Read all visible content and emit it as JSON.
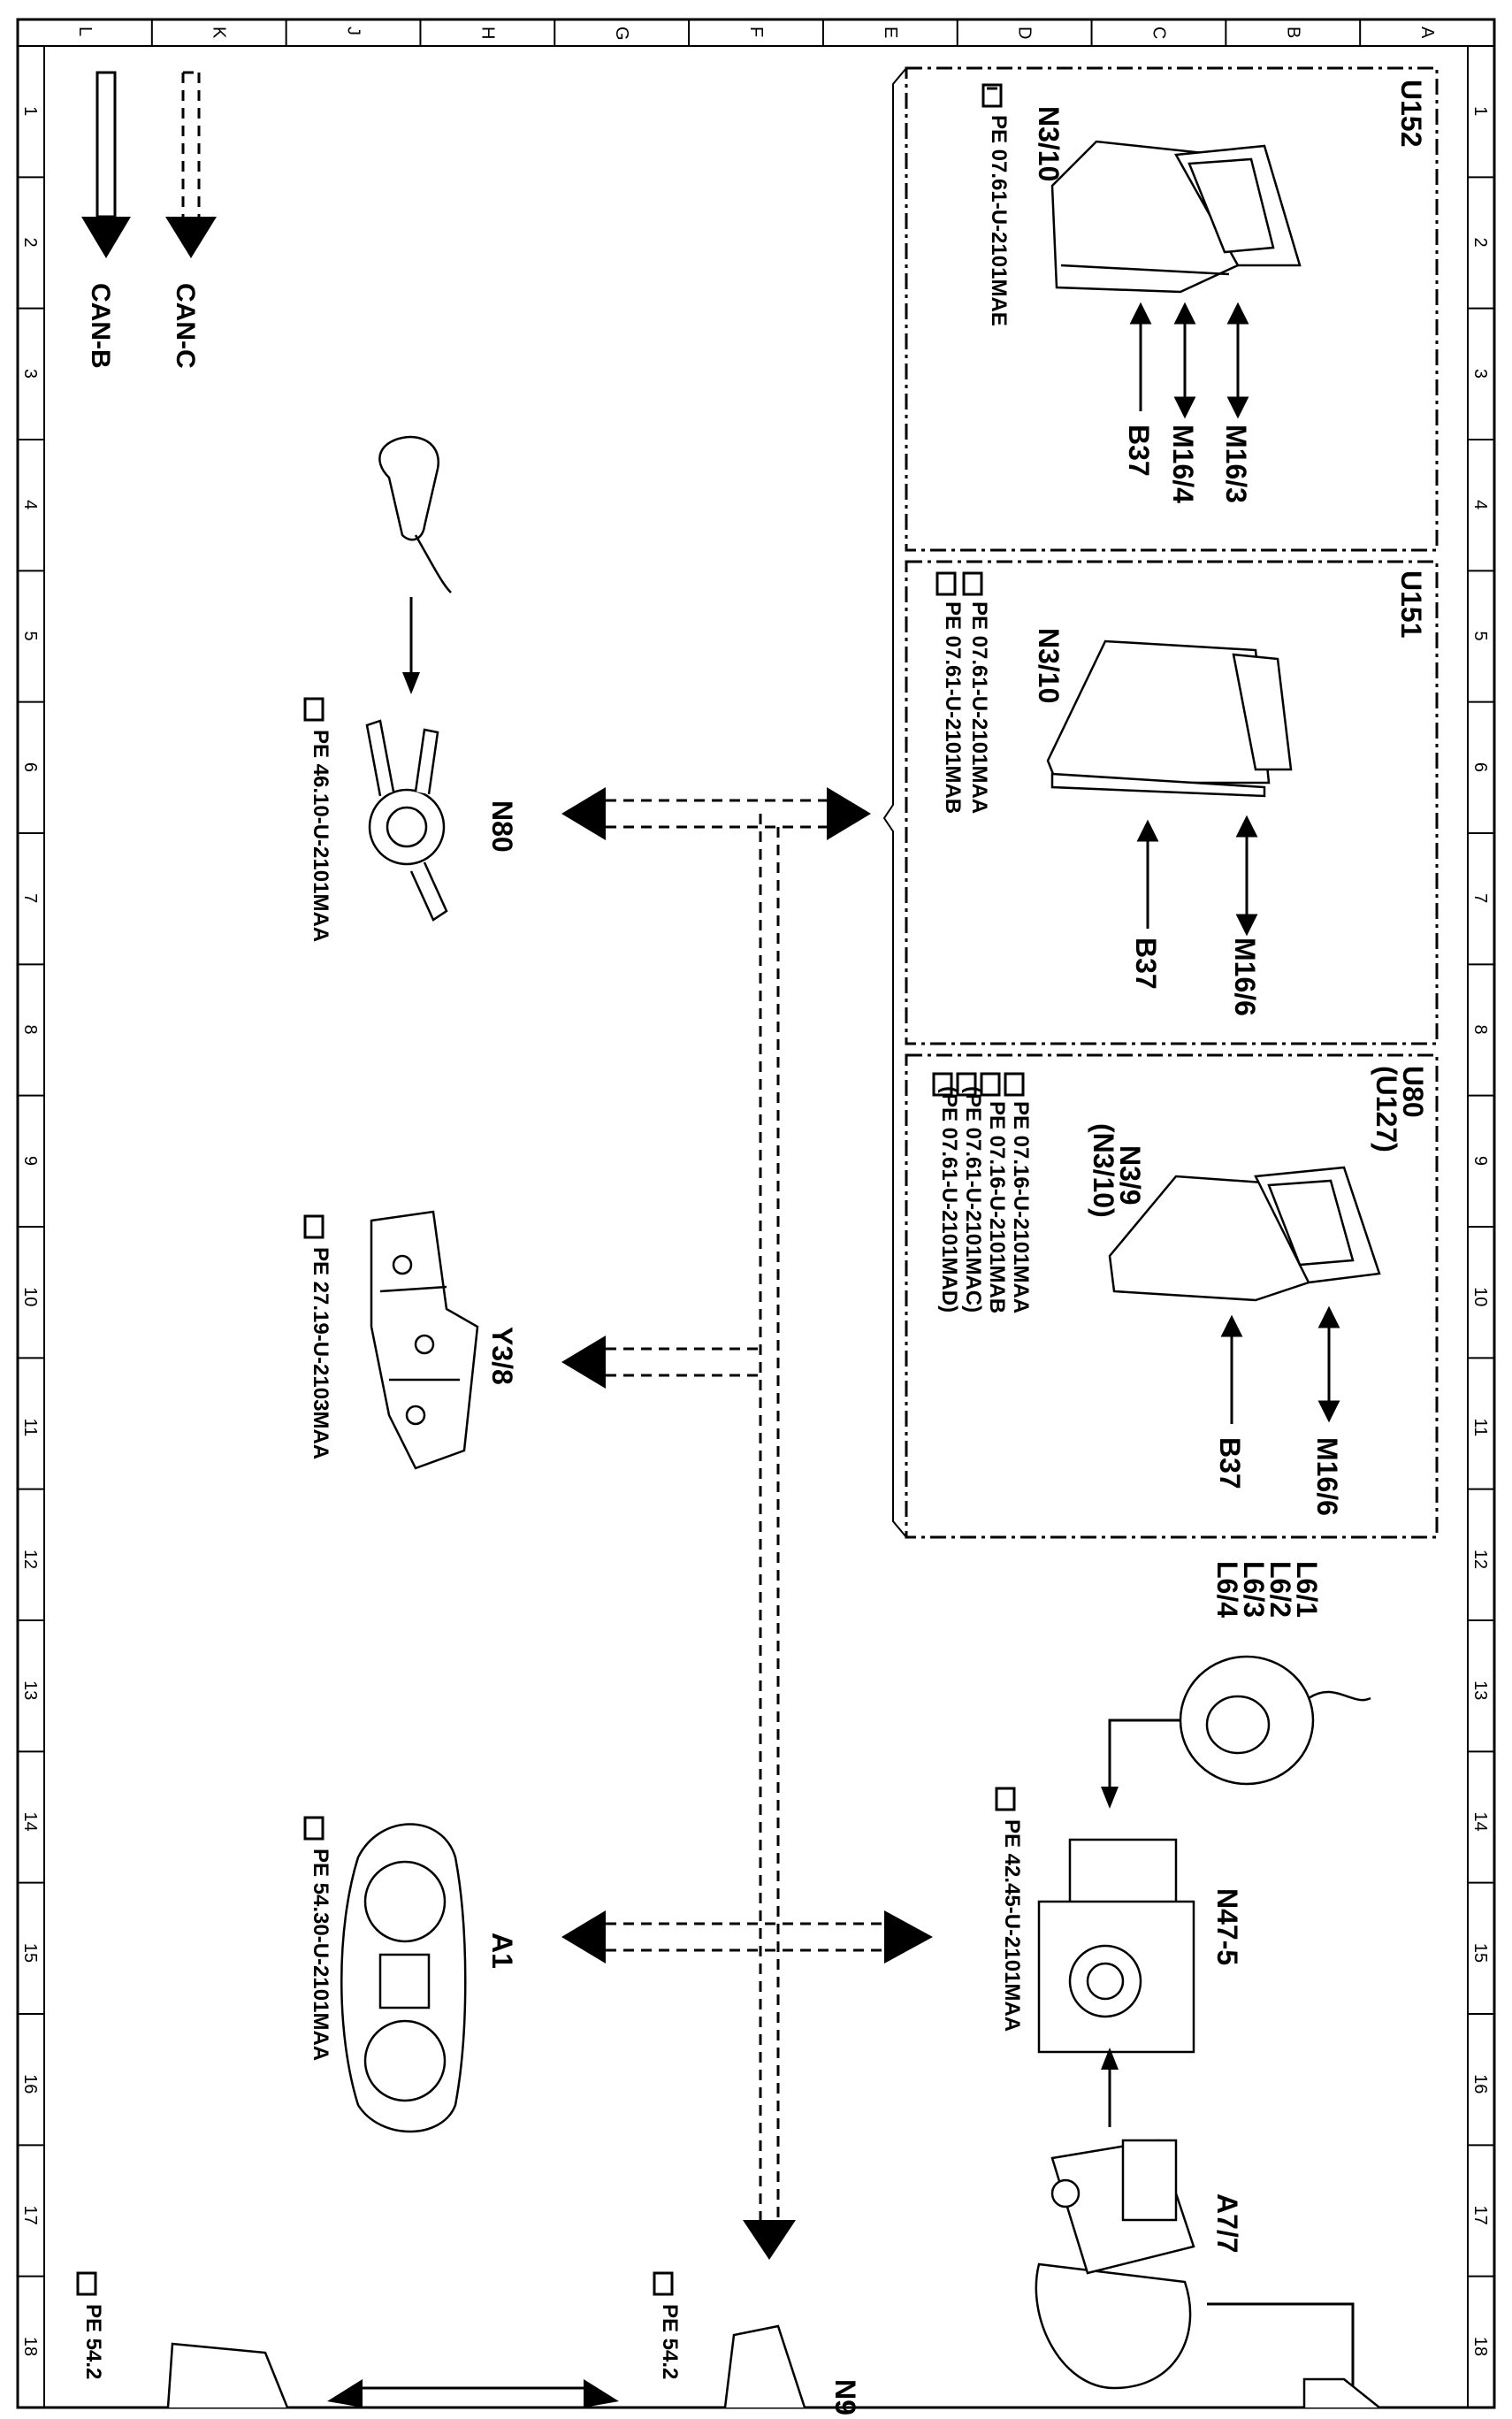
{
  "grid": {
    "columns": [
      "L",
      "K",
      "J",
      "H",
      "G",
      "F",
      "E",
      "D",
      "C",
      "B",
      "A"
    ],
    "rows": [
      "1",
      "2",
      "3",
      "4",
      "5",
      "6",
      "7",
      "8",
      "9",
      "10",
      "11",
      "12",
      "13",
      "14",
      "15",
      "16",
      "17",
      "18"
    ]
  },
  "legend": {
    "can_c": "CAN-C",
    "can_b": "CAN-B"
  },
  "groups": [
    {
      "id": "U152",
      "title": "U152",
      "module": "N3/10",
      "refs": [
        "PE 07.61-U-2101MAE"
      ],
      "signals": [
        "M16/3",
        "M16/4",
        "B37"
      ]
    },
    {
      "id": "U151",
      "title": "U151",
      "module": "N3/10",
      "refs": [
        "PE 07.61-U-2101MAA",
        "PE 07.61-U-2101MAB"
      ],
      "signals": [
        "M16/6",
        "B37"
      ]
    },
    {
      "id": "U80",
      "title": "U80",
      "subtitle": "(U127)",
      "module": "N3/9",
      "module_alt": "(N3/10)",
      "refs": [
        "PE 07.16-U-2101MAA",
        "PE 07.16-U-2101MAB",
        "(PE 07.61-U-2101MAC)",
        "(PE 07.61-U-2101MAD)"
      ],
      "signals": [
        "M16/6",
        "B37"
      ]
    }
  ],
  "components": {
    "n80": {
      "label": "N80",
      "ref": "PE 46.10-U-2101MAA"
    },
    "y3_8": {
      "label": "Y3/8",
      "ref": "PE 27.19-U-2103MAA"
    },
    "a1": {
      "label": "A1",
      "ref": "PE 54.30-U-2101MAA"
    },
    "n47_5": {
      "label": "N47-5",
      "ref": "PE 42.45-U-2101MAA"
    },
    "a7_7": {
      "label": "A7/7"
    },
    "l6": {
      "labels": [
        "L6/1",
        "L6/2",
        "L6/3",
        "L6/4"
      ]
    },
    "cut_left": {
      "ref": "PE 54.2"
    },
    "cut_mid": {
      "ref": "PE 54.2",
      "label": "N9"
    }
  }
}
